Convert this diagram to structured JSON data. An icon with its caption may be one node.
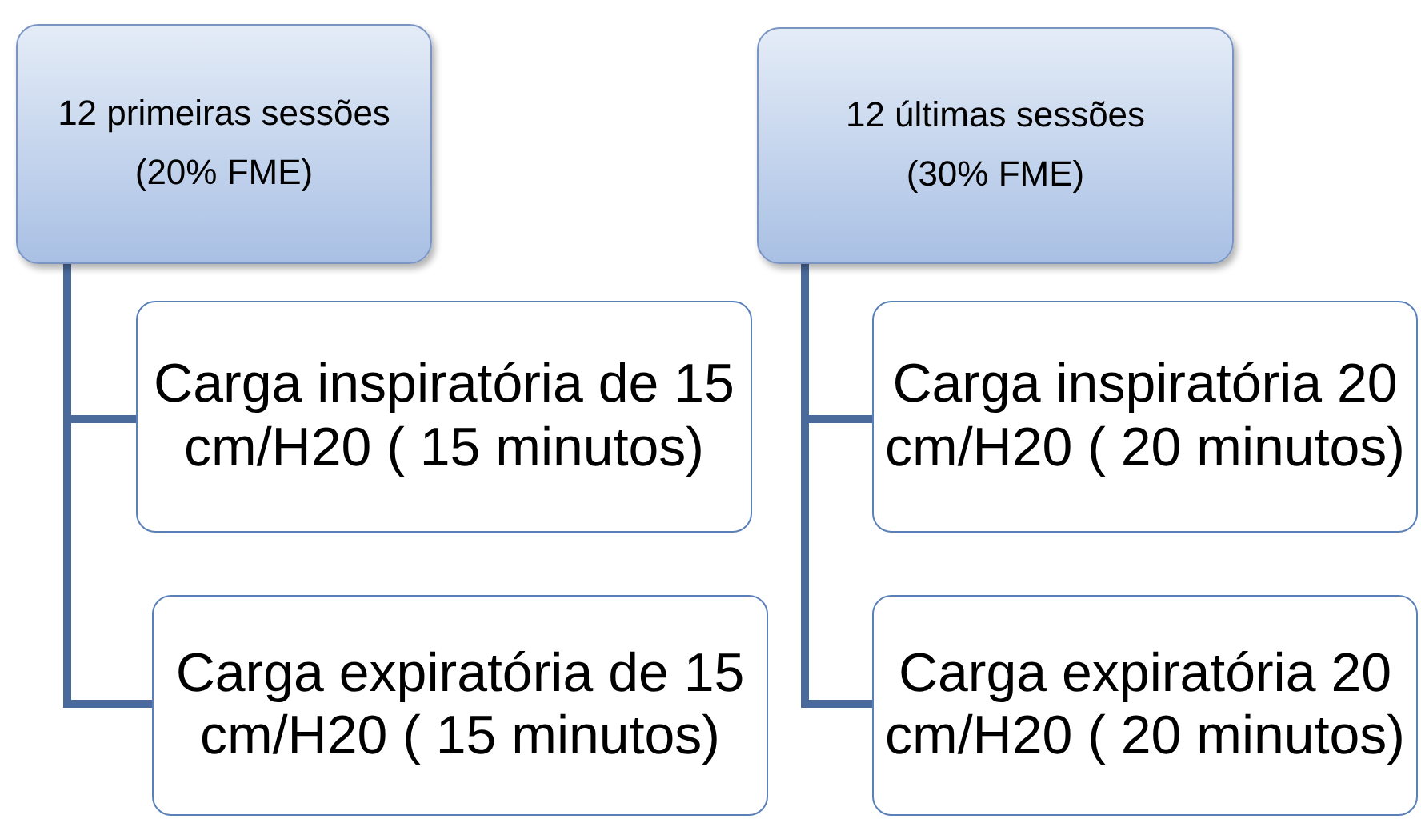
{
  "diagram": {
    "nodes": [
      {
        "text": [
          "12 primeiras sessões",
          "(20% FME)"
        ]
      },
      {
        "text": [
          "12 últimas sessões",
          "(30% FME)"
        ]
      },
      {
        "text": [
          "Carga inspiratória de 15 cm/H20 ( 15 minutos)"
        ]
      },
      {
        "text": [
          "Carga expiratória de 15 cm/H20 ( 15 minutos)"
        ]
      },
      {
        "text": [
          "Carga inspiratória 20 cm/H20 ( 20 minutos)"
        ]
      },
      {
        "text": [
          "Carga expiratória 20 cm/H20 ( 20 minutos)"
        ]
      }
    ],
    "edges": [
      {
        "from": 0,
        "to": 2,
        "arrow": "none"
      },
      {
        "from": 0,
        "to": 3,
        "arrow": "none"
      },
      {
        "from": 1,
        "to": 4,
        "arrow": "none"
      },
      {
        "from": 1,
        "to": 5,
        "arrow": "none"
      }
    ]
  }
}
